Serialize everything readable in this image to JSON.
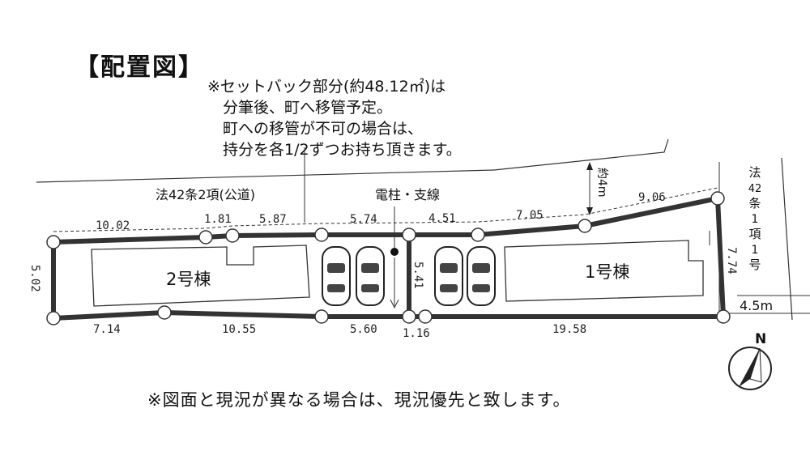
{
  "title": "【配置図】",
  "setback_note": "※セットバック部分(約48.12㎡)は\n　分筆後、町へ移管予定。\n　町への移管が不可の場合は、\n　持分を各1/2ずつお持ち頂きます。",
  "road_south_label": "法42条2項(公道)",
  "pole_label": "電柱・支線",
  "road_east_label": [
    "法",
    "42",
    "条",
    "1",
    "項",
    "1",
    "号"
  ],
  "road_width_about": "約4m",
  "east_road_width": "4.5m",
  "building_2": "2号棟",
  "building_1": "1号棟",
  "dims_top": [
    "10.02",
    "1.81",
    "5.87",
    "5.74",
    "4.51",
    "7.05",
    "9.06"
  ],
  "dims_bottom": [
    "7.14",
    "10.55",
    "5.60",
    "1.16",
    "19.58"
  ],
  "dim_left": "5.02",
  "dim_middle": "5.41",
  "dim_right": "7.74",
  "north_label": "N",
  "footer_note": "※図面と現況が異なる場合は、現況優先と致します。"
}
